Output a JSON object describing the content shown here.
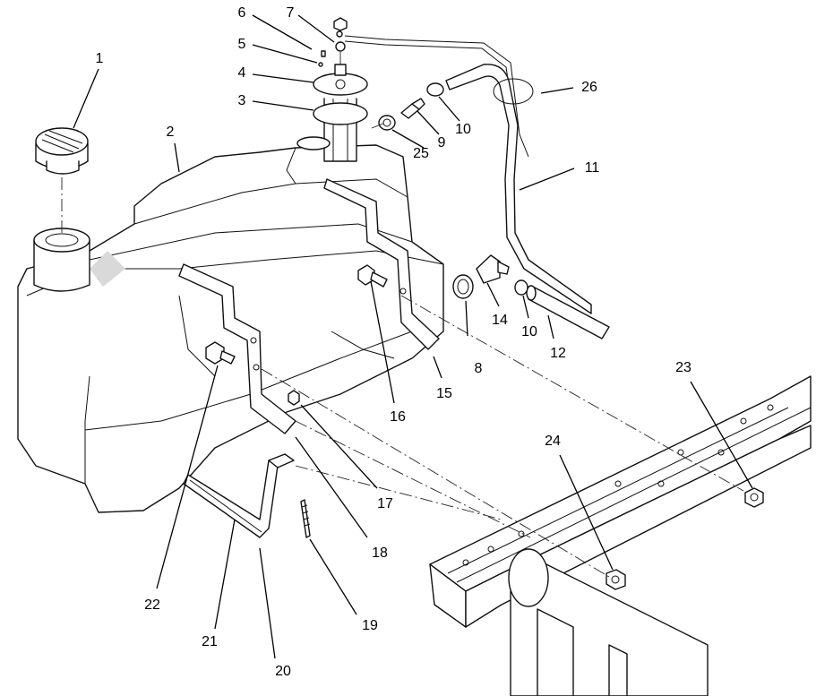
{
  "callouts": [
    {
      "id": "1",
      "text": "1"
    },
    {
      "id": "2",
      "text": "2"
    },
    {
      "id": "3",
      "text": "3"
    },
    {
      "id": "4",
      "text": "4"
    },
    {
      "id": "5",
      "text": "5"
    },
    {
      "id": "6",
      "text": "6"
    },
    {
      "id": "7",
      "text": "7"
    },
    {
      "id": "8",
      "text": "8"
    },
    {
      "id": "9",
      "text": "9"
    },
    {
      "id": "10a",
      "text": "10"
    },
    {
      "id": "10b",
      "text": "10"
    },
    {
      "id": "11",
      "text": "11"
    },
    {
      "id": "12",
      "text": "12"
    },
    {
      "id": "14",
      "text": "14"
    },
    {
      "id": "15",
      "text": "15"
    },
    {
      "id": "16",
      "text": "16"
    },
    {
      "id": "17",
      "text": "17"
    },
    {
      "id": "18",
      "text": "18"
    },
    {
      "id": "19",
      "text": "19"
    },
    {
      "id": "20",
      "text": "20"
    },
    {
      "id": "21",
      "text": "21"
    },
    {
      "id": "22",
      "text": "22"
    },
    {
      "id": "23",
      "text": "23"
    },
    {
      "id": "24",
      "text": "24"
    },
    {
      "id": "25",
      "text": "25"
    },
    {
      "id": "26",
      "text": "26"
    }
  ]
}
